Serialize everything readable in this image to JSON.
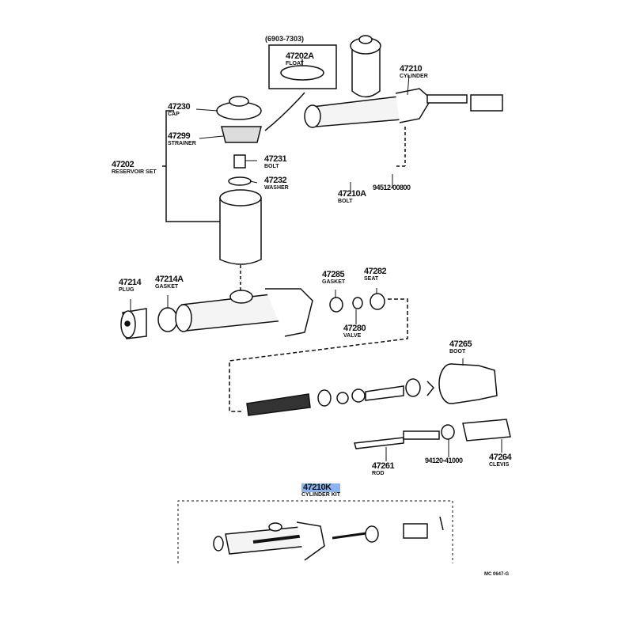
{
  "diagram": {
    "date_range": "(6903-7303)",
    "code": "MC 0647-G",
    "highlight_color": "#8ab4f0",
    "parts": [
      {
        "pn": "47202A",
        "name": "FLOAT"
      },
      {
        "pn": "47210",
        "name": "CYLINDER"
      },
      {
        "pn": "47230",
        "name": "CAP"
      },
      {
        "pn": "47299",
        "name": "STRAINER"
      },
      {
        "pn": "47202",
        "name": "RESERVOIR SET"
      },
      {
        "pn": "47231",
        "name": "BOLT"
      },
      {
        "pn": "47232",
        "name": "WASHER"
      },
      {
        "pn": "47210A",
        "name": "BOLT"
      },
      {
        "pn": "94512-00800",
        "name": ""
      },
      {
        "pn": "47214",
        "name": "PLUG"
      },
      {
        "pn": "47214A",
        "name": "GASKET"
      },
      {
        "pn": "47285",
        "name": "GASKET"
      },
      {
        "pn": "47282",
        "name": "SEAT"
      },
      {
        "pn": "47280",
        "name": "VALVE"
      },
      {
        "pn": "47265",
        "name": "BOOT"
      },
      {
        "pn": "47261",
        "name": "ROD"
      },
      {
        "pn": "94120-41000",
        "name": ""
      },
      {
        "pn": "47264",
        "name": "CLEVIS"
      },
      {
        "pn": "47210K",
        "name": "CYLINDER KIT",
        "selected": true
      }
    ]
  }
}
